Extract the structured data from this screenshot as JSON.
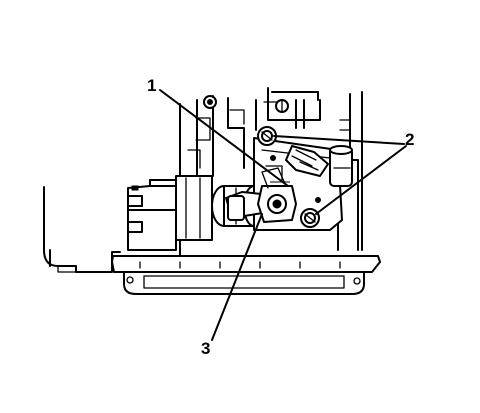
{
  "figure": {
    "callouts": [
      {
        "id": "1",
        "text": "1"
      },
      {
        "id": "2",
        "text": "2"
      },
      {
        "id": "3",
        "text": "3"
      }
    ],
    "colors": {
      "line": "#000000",
      "background": "#ffffff"
    }
  }
}
